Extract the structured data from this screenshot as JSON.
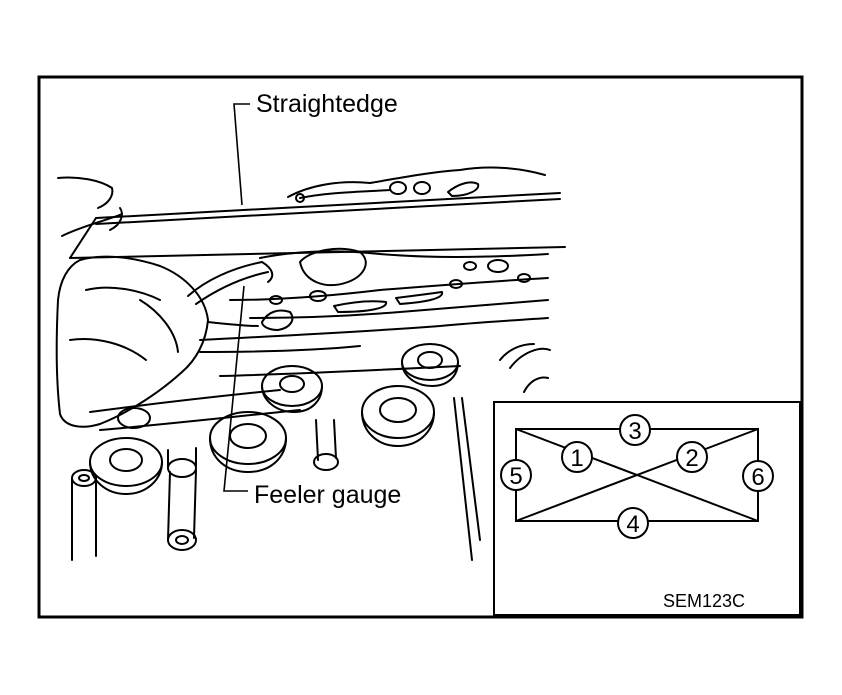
{
  "labels": {
    "straightedge": "Straightedge",
    "feeler_gauge": "Feeler gauge",
    "figure_code": "SEM123C"
  },
  "measurement_points": [
    {
      "number": "1"
    },
    {
      "number": "2"
    },
    {
      "number": "3"
    },
    {
      "number": "4"
    },
    {
      "number": "5"
    },
    {
      "number": "6"
    }
  ],
  "colors": {
    "ink": "#000000",
    "paper": "#ffffff"
  }
}
